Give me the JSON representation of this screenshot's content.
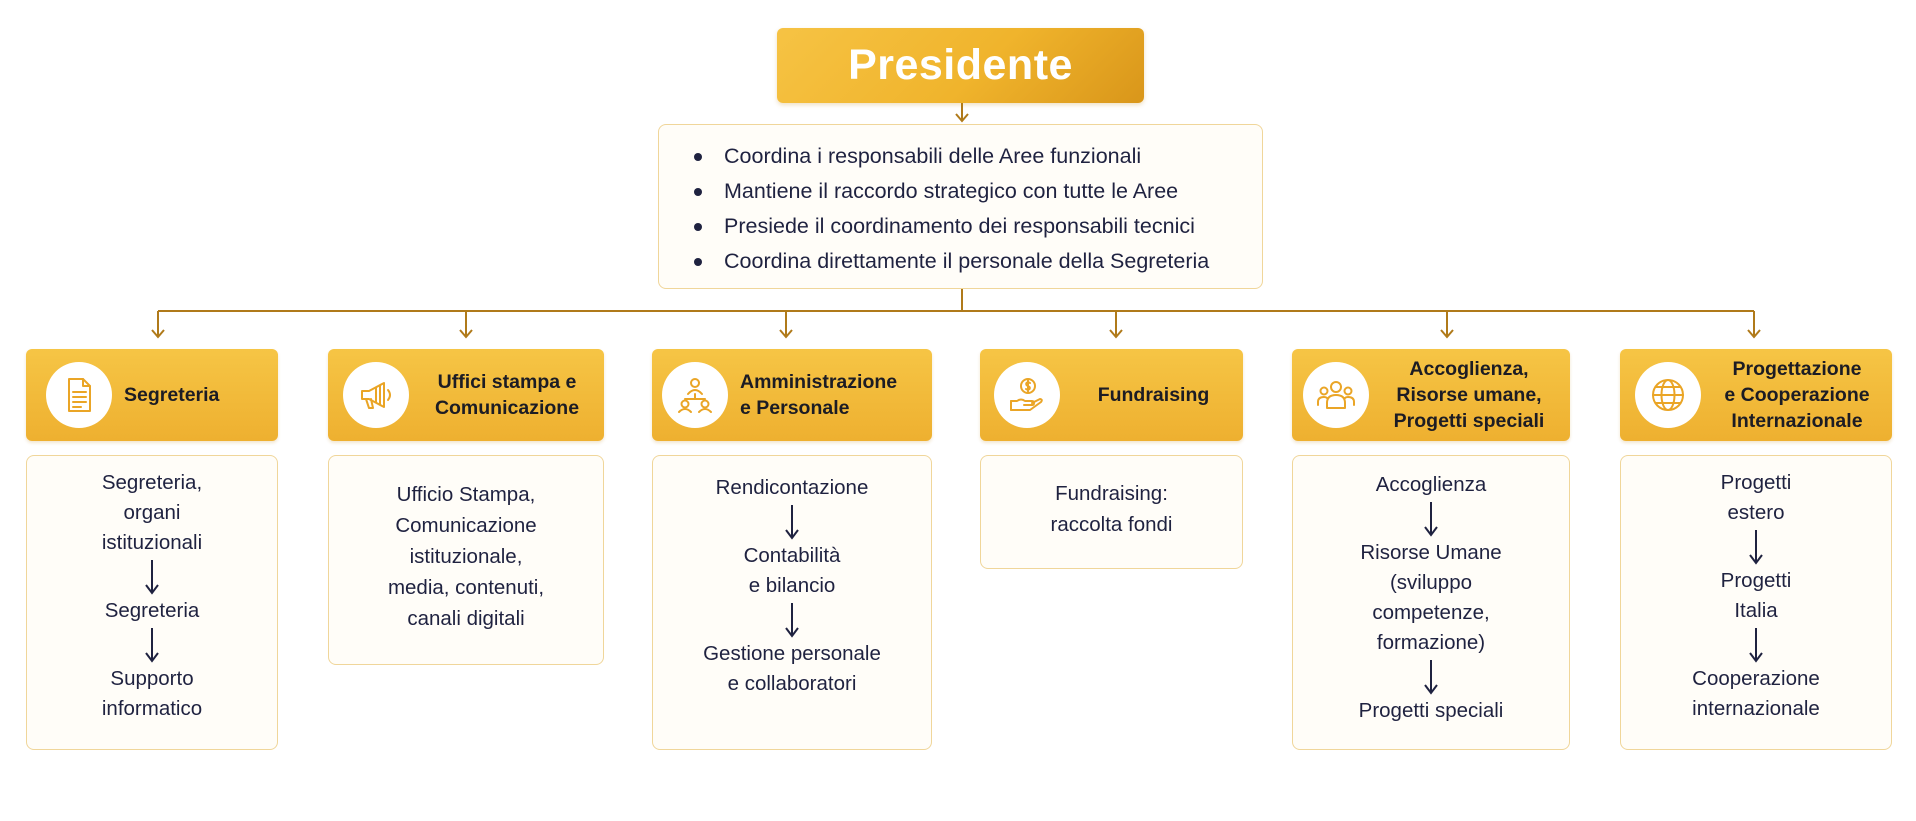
{
  "president": {
    "title": "Presidente"
  },
  "summary": [
    "Coordina i responsabili delle Aree funzionali",
    "Mantiene il raccordo strategico con tutte le Aree",
    "Presiede il coordinamento dei responsabili tecnici",
    "Coordina direttamente il personale della Segreteria"
  ],
  "departments": [
    {
      "title": "Segreteria",
      "icon": "document-icon",
      "items": [
        "Segreteria,|organi|istituzionali",
        "Segreteria",
        "Supporto|informatico"
      ]
    },
    {
      "title": "Uffici stampa e|Comunicazione",
      "icon": "megaphone-icon",
      "text": "Ufficio Stampa,|Comunicazione|istituzionale,|media, contenuti,|canali digitali"
    },
    {
      "title": "Amministrazione|e Personale",
      "icon": "team-hierarchy-icon",
      "items": [
        "Rendicontazione",
        "Contabilità|e bilancio",
        "Gestione personale|e collaboratori"
      ]
    },
    {
      "title": "Fundraising",
      "icon": "hand-coin-icon",
      "text": "Fundraising:|raccolta fondi"
    },
    {
      "title": "Accoglienza,|Risorse umane,|Progetti speciali",
      "icon": "people-group-icon",
      "items": [
        "Accoglienza",
        "Risorse Umane|(sviluppo|competenze,|formazione)",
        "Progetti speciali"
      ]
    },
    {
      "title": "Progettazione|e Cooperazione|Internazionale",
      "icon": "globe-icon",
      "items": [
        "Progetti|estero",
        "Progetti|Italia",
        "Cooperazione|internazionale"
      ]
    }
  ],
  "colors": {
    "accent": "#f0b42c",
    "accent_dark": "#d9961a",
    "connector": "#b07a1a",
    "box_border": "#f0d69a",
    "text": "#1f2240"
  }
}
